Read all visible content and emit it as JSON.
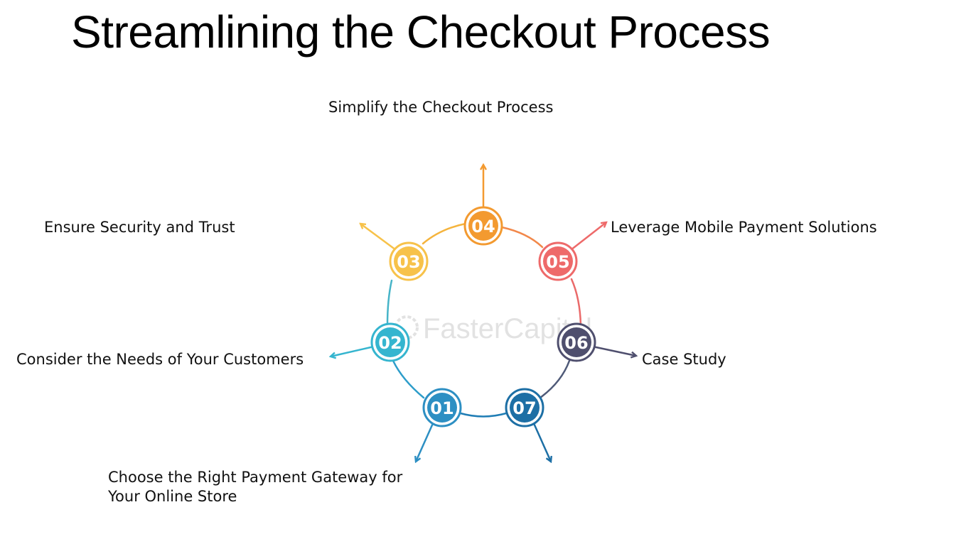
{
  "slide": {
    "title": "Streamlining the Checkout Process"
  },
  "steps": [
    {
      "number": "01",
      "label": "Choose the Right Payment Gateway for",
      "label_line2": "Your Online Store",
      "color": "#2d8fc3"
    },
    {
      "number": "02",
      "label": "Consider the Needs of Your Customers",
      "color": "#35b5cf"
    },
    {
      "number": "03",
      "label": "Ensure Security and Trust",
      "color": "#f7c24a"
    },
    {
      "number": "04",
      "label": "Simplify the Checkout Process",
      "color": "#f39a30"
    },
    {
      "number": "05",
      "label": "Leverage Mobile Payment Solutions",
      "color": "#ee6a6a"
    },
    {
      "number": "06",
      "label": "Case Study",
      "color": "#4f4f6e"
    },
    {
      "number": "07",
      "label": "",
      "color": "#1d6fa5"
    }
  ],
  "watermark": {
    "text": "FasterCapital"
  }
}
